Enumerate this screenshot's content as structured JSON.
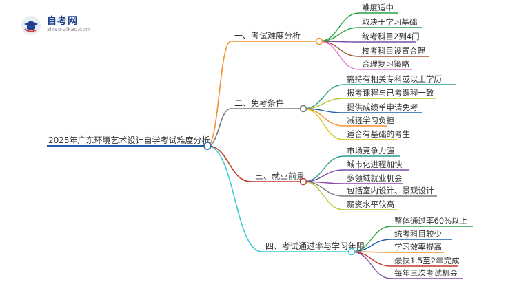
{
  "logo": {
    "title": "自考网",
    "subtitle": "zikao-zikao.com"
  },
  "mindmap": {
    "root": "2025年广东环境艺术设计自学考试难度分析",
    "branches": [
      {
        "label": "一、考试难度分析",
        "color": "#f2902e",
        "leaves": [
          {
            "text": "难度适中",
            "color": "#27a445"
          },
          {
            "text": "取决于学习基础",
            "color": "#27a445"
          },
          {
            "text": "统考科目2到4门",
            "color": "#7b4ba8"
          },
          {
            "text": "校考科目设置合理",
            "color": "#a0522d"
          },
          {
            "text": "合理复习策略",
            "color": "#e07bd0"
          }
        ]
      },
      {
        "label": "二、免考条件",
        "color": "#7a7a7a",
        "leaves": [
          {
            "text": "需持有相关专科或以上学历",
            "color": "#2a9d8f"
          },
          {
            "text": "报考课程与已考课程一致",
            "color": "#b5c93a"
          },
          {
            "text": "提供成绩单申请免考",
            "color": "#1f5fa8"
          },
          {
            "text": "减轻学习负担",
            "color": "#f2902e"
          },
          {
            "text": "适合有基础的考生",
            "color": "#d8c218"
          }
        ]
      },
      {
        "label": "三、就业前景",
        "color": "#c0392b",
        "leaves": [
          {
            "text": "市场竞争力强",
            "color": "#2a9d8f"
          },
          {
            "text": "城市化进程加快",
            "color": "#7b4ba8"
          },
          {
            "text": "多领域就业机会",
            "color": "#8e44ad"
          },
          {
            "text": "包括室内设计、景观设计",
            "color": "#7a7a7a"
          },
          {
            "text": "薪资水平较高",
            "color": "#b5c93a"
          }
        ]
      },
      {
        "label": "四、考试通过率与学习年限",
        "color": "#3cc9d6",
        "leaves": [
          {
            "text": "整体通过率60%以上",
            "color": "#27a445"
          },
          {
            "text": "统考科目较少",
            "color": "#1f5fa8"
          },
          {
            "text": "学习效率提高",
            "color": "#f2902e"
          },
          {
            "text": "最快1.5至2年完成",
            "color": "#c0392b"
          },
          {
            "text": "每年三次考试机会",
            "color": "#7b4ba8"
          }
        ]
      }
    ],
    "root_color": "#1f5fa8"
  }
}
